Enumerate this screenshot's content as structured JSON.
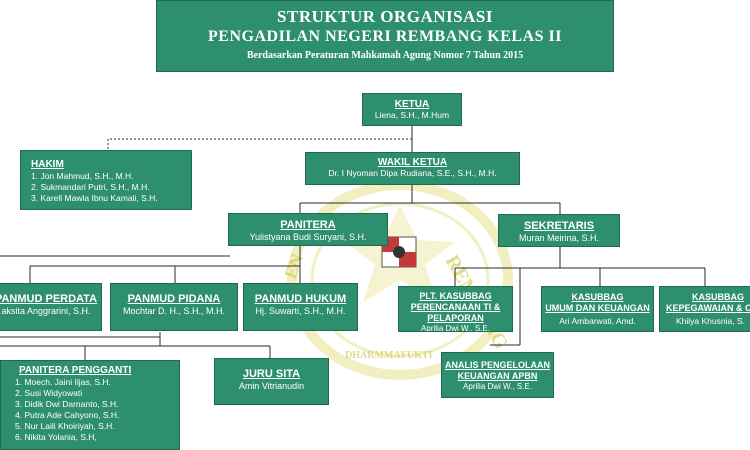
{
  "header": {
    "line1": "STRUKTUR ORGANISASI",
    "line2": "PENGADILAN NEGERI REMBANG KELAS II",
    "line3": "Berdasarkan Peraturan Mahkamah Agung Nomor 7 Tahun 2015"
  },
  "watermark": {
    "text_right": "REMBANG",
    "text_left": "EN",
    "text_bottom": "DHARMMAYUKTI"
  },
  "ketua": {
    "title": "KETUA",
    "name": "Liena, S.H., M.Hum"
  },
  "wakil_ketua": {
    "title": "WAKIL KETUA",
    "name": "Dr. I Nyoman Dipa Rudiana, S.E., S.H., M.H."
  },
  "hakim": {
    "title": "HAKIM",
    "members": [
      "1. Jon Mahmud, S.H., M.H.",
      "2. Sukmandari Putri, S.H., M.H.",
      "3. Karell Mawla Ibnu Kamali, S.H."
    ]
  },
  "panitera": {
    "title": "PANITERA",
    "name": "Yulistyana Budi Suryani, S.H."
  },
  "sekretaris": {
    "title": "SEKRETARIS",
    "name": "Muran Meirina, S.H."
  },
  "panmud_perdata": {
    "title": "PANMUD PERDATA",
    "name": "aksita Anggrarini, S.H."
  },
  "panmud_pidana": {
    "title": "PANMUD PIDANA",
    "name": "Mochtar D. H., S.H., M.H."
  },
  "panmud_hukum": {
    "title": "PANMUD HUKUM",
    "name": "Hj. Suwarti, S.H., M.H."
  },
  "kasubbag_ptip": {
    "title_1": "PLT. KASUBBAG",
    "title_2": "PERENCANAAN TI &",
    "title_3": "PELAPORAN",
    "name": "Aprilia Dwi W., S.E."
  },
  "kasubbag_uk": {
    "title_1": "KASUBBAG",
    "title_2": "UMUM DAN KEUANGAN",
    "name": "Ari Ambarwati, Amd."
  },
  "kasubbag_kepeg": {
    "title_1": "KASUBBAG",
    "title_2": "KEPEGAWAIAN & OR",
    "name": "Khilya Khusnia, S."
  },
  "analis": {
    "title_1": "ANALIS PENGELOLAAN",
    "title_2": "KEUANGAN APBN",
    "name": "Aprilia Dwi W., S.E."
  },
  "panitera_pengganti": {
    "title": "PANITERA PENGGANTI",
    "members": [
      "1. Moech. Jaini Iljas, S.H.",
      "2. Susi Widyowati",
      "3. Didik Dwi Darnanto, S.H.",
      "4. Putra Ade Cahyono, S.H.",
      "5. Nur Laili Khoiriyah, S.H.",
      "6. Nikita Yolania, S.H,"
    ]
  },
  "juru_sita": {
    "title": "JURU SITA",
    "name": "Amin Vitrianudin"
  },
  "colors": {
    "box": "#2e8f6e",
    "line": "#2a2a2a",
    "watermark": "#d8d86a"
  }
}
